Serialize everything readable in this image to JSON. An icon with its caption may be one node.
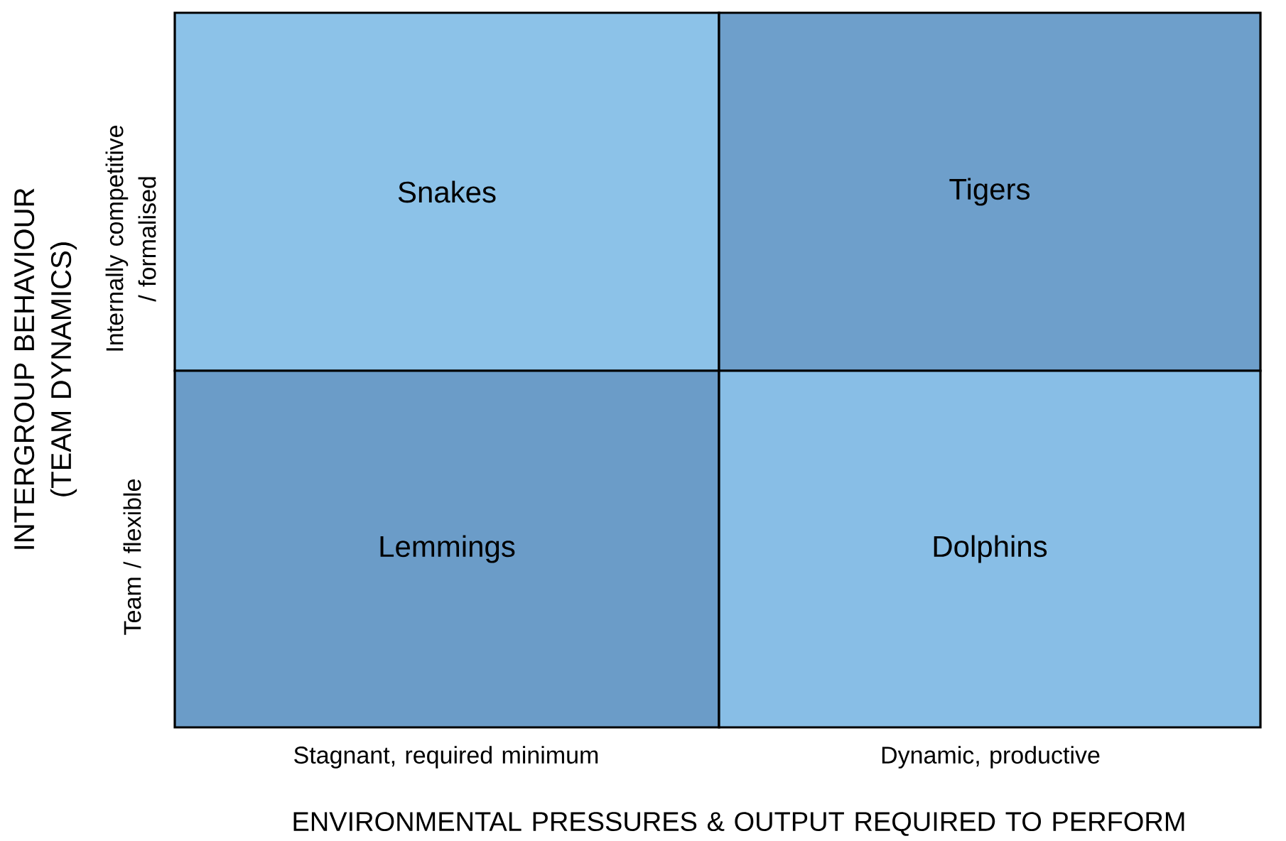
{
  "diagram": {
    "nodes": [
      {
        "text": [
          "Snakes"
        ]
      },
      {
        "text": [
          "Tigers"
        ]
      },
      {
        "text": [
          "Lemmings"
        ]
      },
      {
        "text": [
          "Dolphins"
        ]
      }
    ],
    "labels": [
      "INTERGROUP BEHAVIOUR (TEAM DYNAMICS)",
      "Internally competitive / formalised",
      "Team / flexible",
      "Stagnant, required minimum",
      "Dynamic, productive",
      "ENVIRONMENTAL PRESSURES & OUTPUT REQUIRED TO PERFORM"
    ]
  }
}
